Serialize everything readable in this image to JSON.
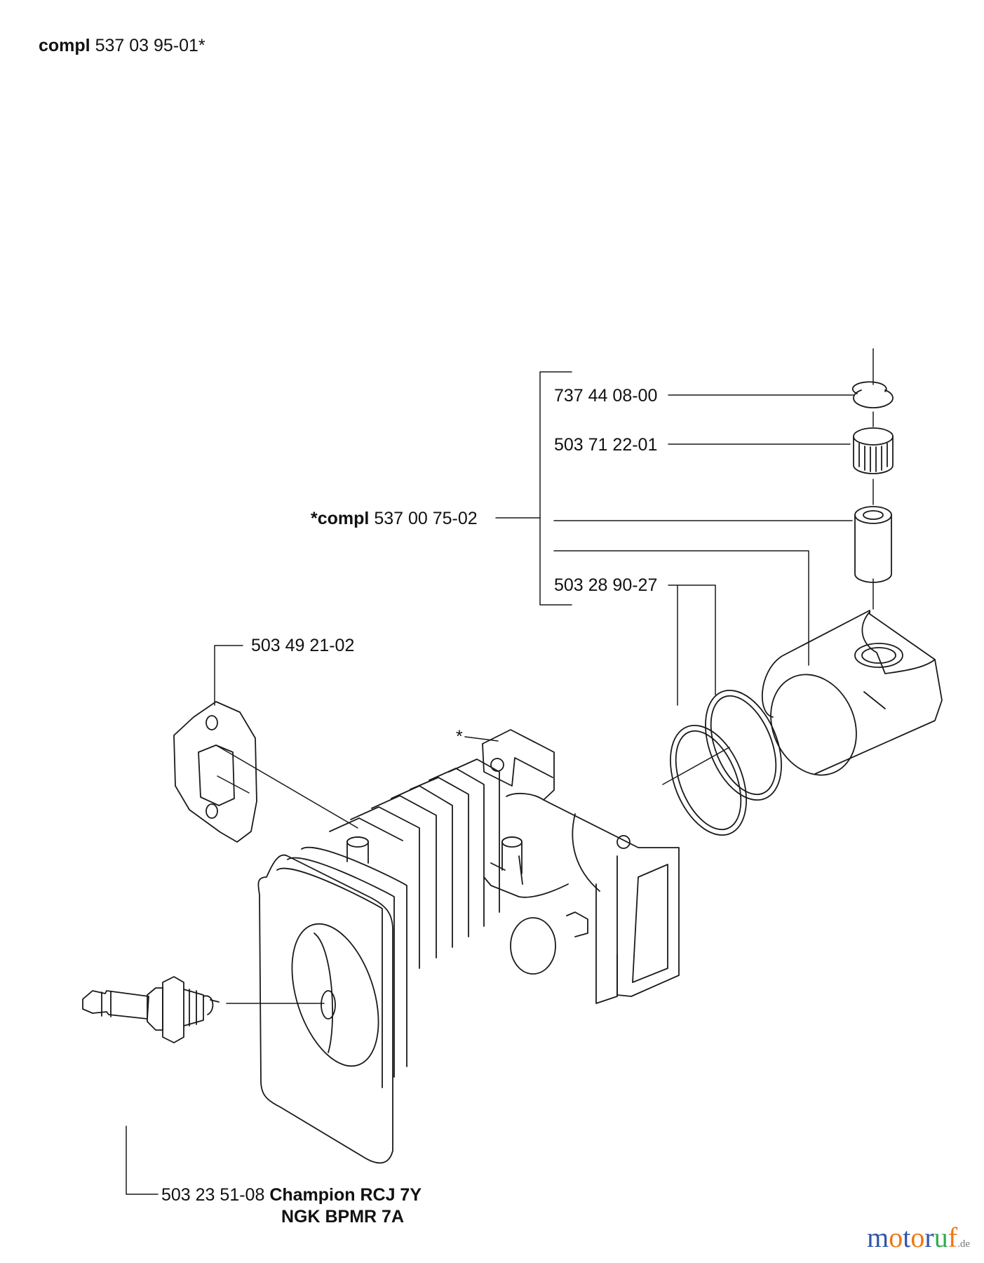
{
  "title": {
    "prefix": "compl",
    "number": "537 03 95-01*"
  },
  "parts": {
    "circlip": "737 44 08-00",
    "needle_bearing": "503 71 22-01",
    "piston_kit": {
      "prefix": "*compl",
      "number": "537 00 75-02"
    },
    "piston_ring": "503 28 90-27",
    "gasket": "503 49 21-02",
    "cylinder_marker": "*",
    "spark_plug": {
      "number": "503 23 51-08",
      "brand_1": "Champion RCJ 7Y",
      "brand_2": "NGK BPMR 7A"
    }
  },
  "watermark": {
    "text": "motoruf",
    "suffix": ".de",
    "colors": [
      "#3355aa",
      "#ee7711",
      "#3355aa",
      "#ee7711",
      "#3355aa",
      "#33aa55",
      "#ee7711"
    ]
  }
}
